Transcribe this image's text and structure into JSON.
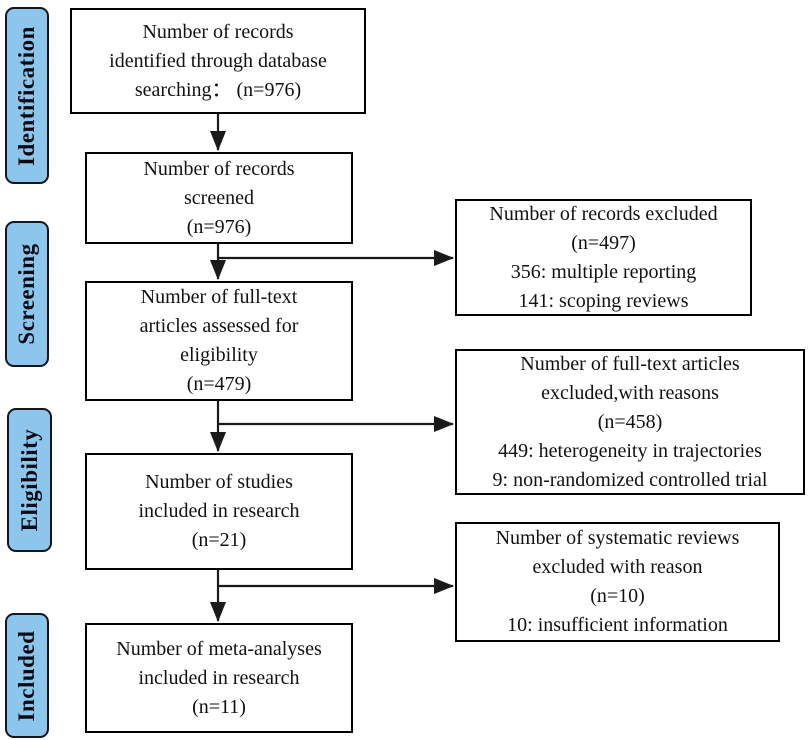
{
  "figure": {
    "type": "prisma-flow-diagram",
    "stages": [
      {
        "label": "Identification"
      },
      {
        "label": "Screening"
      },
      {
        "label": "Eligibility"
      },
      {
        "label": "Included"
      }
    ],
    "flow_boxes": [
      {
        "text": "Number of records\nidentified through database\nsearching： (n=976)",
        "n": 976
      },
      {
        "text": "Number of records\nscreened\n(n=976)",
        "n": 976
      },
      {
        "text": "Number of full-text\narticles assessed for\neligibility\n(n=479)",
        "n": 479
      },
      {
        "text": "Number of studies\nincluded in research\n(n=21)",
        "n": 21
      },
      {
        "text": "Number of meta-analyses\nincluded in research\n(n=11)",
        "n": 11
      }
    ],
    "exclusion_boxes": [
      {
        "text": "Number of records excluded\n(n=497)\n356: multiple reporting\n141: scoping reviews",
        "n": 497,
        "reasons": [
          {
            "count": 356,
            "reason": "multiple reporting"
          },
          {
            "count": 141,
            "reason": "scoping reviews"
          }
        ]
      },
      {
        "text": "Number of full-text articles\nexcluded,with reasons\n(n=458)\n449: heterogeneity in trajectories\n9: non-randomized controlled trial",
        "n": 458,
        "reasons": [
          {
            "count": 449,
            "reason": "heterogeneity in trajectories"
          },
          {
            "count": 9,
            "reason": "non-randomized controlled trial"
          }
        ]
      },
      {
        "text": "Number of systematic reviews\nexcluded with reason\n(n=10)\n10: insufficient information",
        "n": 10,
        "reasons": [
          {
            "count": 10,
            "reason": "insufficient information"
          }
        ]
      }
    ],
    "colors": {
      "stage_fill": "#8dc6ec",
      "stage_border": "#15161c",
      "box_border": "#000000",
      "arrow": "#1a1a1a",
      "text": "#111111",
      "background": "#ffffff"
    }
  }
}
